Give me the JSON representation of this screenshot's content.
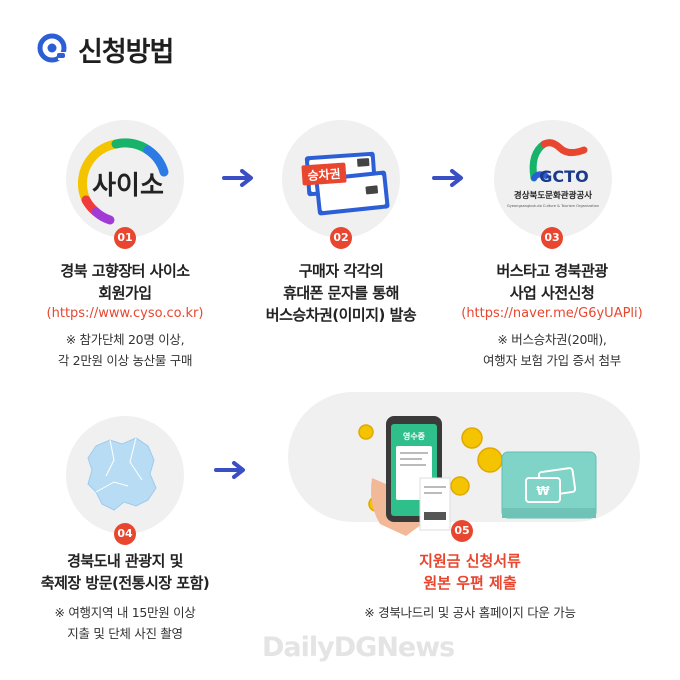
{
  "header": {
    "title": "신청방법"
  },
  "steps": [
    {
      "badge": "01",
      "logo_text": "사이소",
      "title_line1": "경북 고향장터 사이소",
      "title_line2": "회원가입",
      "url": "(https://www.cyso.co.kr)",
      "note_line1": "※ 참가단체 20명 이상,",
      "note_line2": "각 2만원 이상 농산물 구매"
    },
    {
      "badge": "02",
      "ticket_text": "승차권",
      "title_line1": "구매자 각각의",
      "title_line2": "휴대폰 문자를 통해",
      "title_line3": "버스승차권(이미지) 발송"
    },
    {
      "badge": "03",
      "logo_text": "GCTO",
      "logo_kor": "경상북도문화관광공사",
      "logo_eng": "Gyeongsangbuk-do Culture & Tourism Organization",
      "title_line1": "버스타고 경북관광",
      "title_line2": "사업 사전신청",
      "url": "(https://naver.me/G6yUAPli)",
      "note_line1": "※ 버스승차권(20매),",
      "note_line2": "여행자 보험 가입 증서 첨부"
    },
    {
      "badge": "04",
      "title_line1": "경북도내 관광지 및",
      "title_line2": "축제장 방문(전통시장 포함)",
      "note_line1": "※ 여행지역 내 15만원 이상",
      "note_line2": "지출 및 단체 사진 촬영"
    },
    {
      "badge": "05",
      "receipt_text": "영수증",
      "title_line1": "지원금 신청서류",
      "title_line2": "원본 우편 제출",
      "note_line1": "※ 경북나드리 및 공사 홈페이지 다운 가능"
    }
  ],
  "watermark": "DailyDGNews",
  "colors": {
    "accent": "#e8462f",
    "arrow": "#3b4fc4",
    "circle_bg": "#f0f0f0",
    "brand_blue": "#2c5fd6"
  }
}
